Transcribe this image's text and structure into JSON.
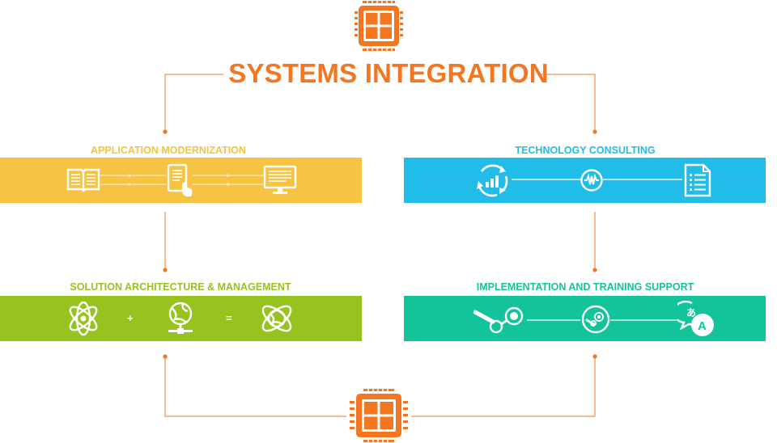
{
  "title": "SYSTEMS INTEGRATION",
  "colors": {
    "orange": "#f47621",
    "yellow": "#f6c343",
    "blue": "#22bce8",
    "green": "#96c31e",
    "teal": "#13c49a"
  },
  "sections": [
    {
      "label": "APPLICATION MODERNIZATION",
      "color": "#f6c343",
      "icons": [
        "book-icon",
        "tablet-touch-icon",
        "monitor-icon"
      ]
    },
    {
      "label": "TECHNOLOGY CONSULTING",
      "color": "#22bce8",
      "icons": [
        "chart-cycle-icon",
        "waveform-icon",
        "document-list-icon"
      ]
    },
    {
      "label": "SOLUTION ARCHITECTURE & MANAGEMENT",
      "color": "#96c31e",
      "icons": [
        "atom-icon",
        "globe-network-icon",
        "atom-globe-icon"
      ],
      "operators": [
        "+",
        "="
      ]
    },
    {
      "label": "IMPLEMENTATION AND TRAINING SUPPORT",
      "color": "#13c49a",
      "icons": [
        "steam-icon",
        "steam-circle-icon",
        "translate-chat-icon"
      ]
    }
  ]
}
